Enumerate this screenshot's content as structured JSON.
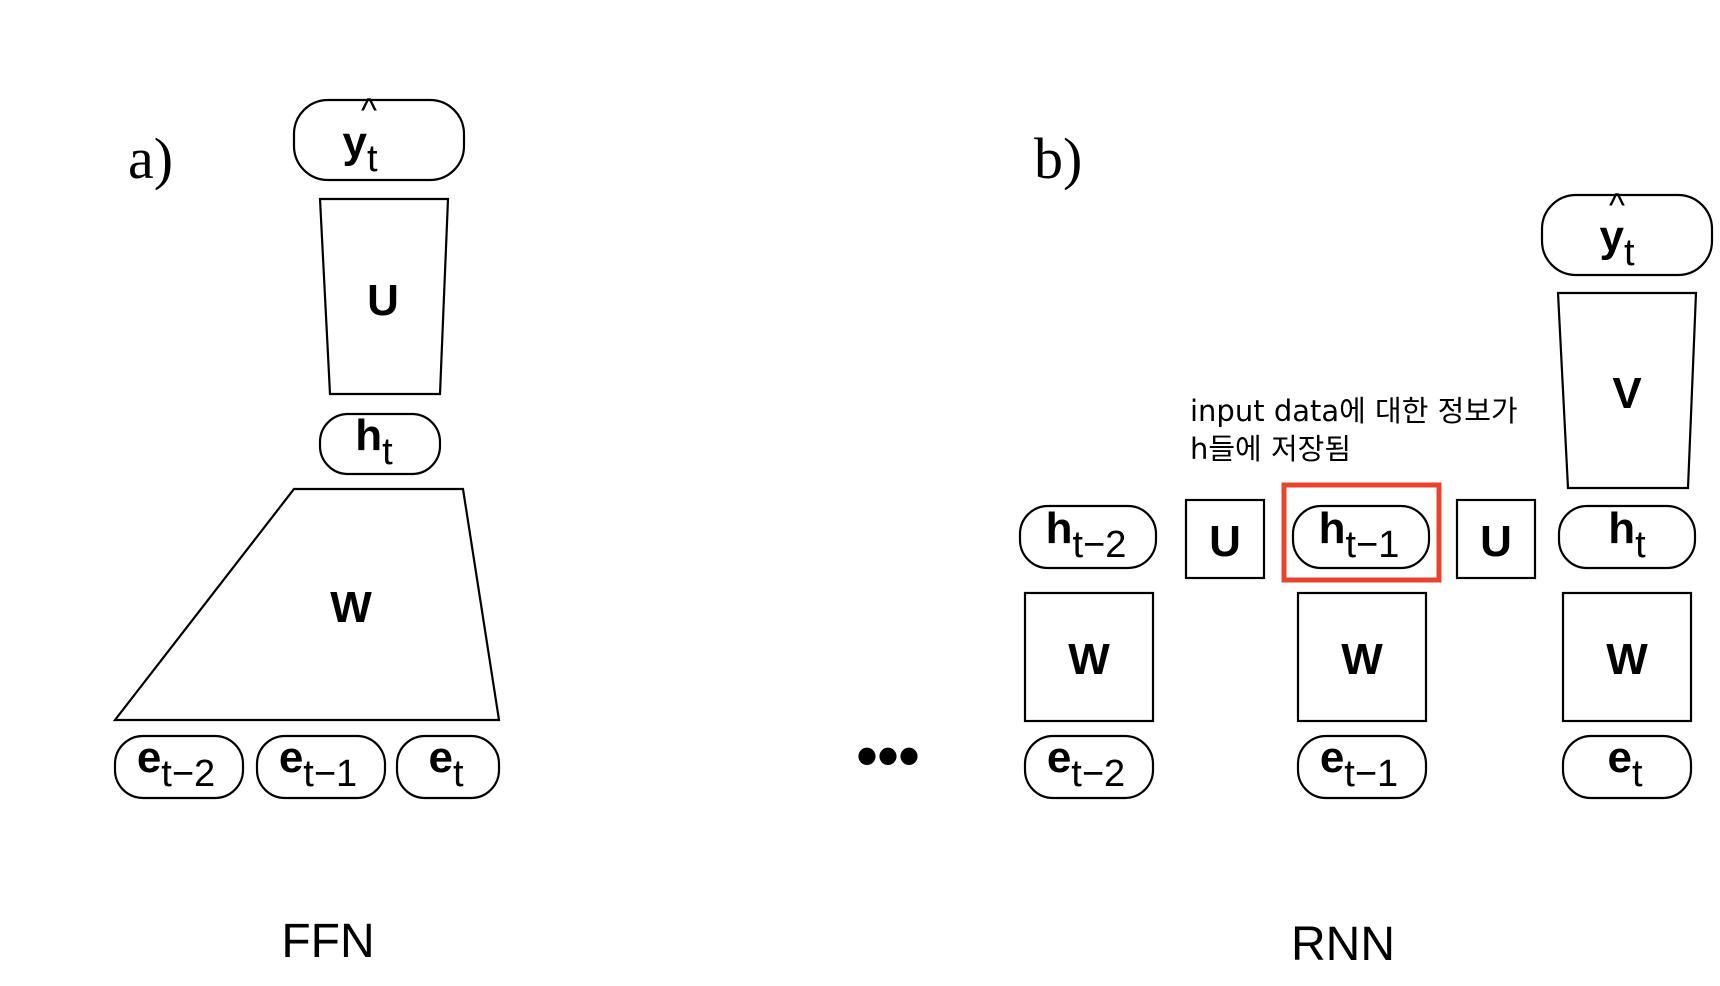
{
  "panel_a": {
    "letter": "a)",
    "caption": "FFN",
    "output": {
      "base": "y",
      "hat": "^",
      "sub": "t"
    },
    "matrix_u": "U",
    "hidden": {
      "base": "h",
      "sub": "t"
    },
    "matrix_w": "W",
    "inputs": [
      {
        "base": "e",
        "sub": "t−2"
      },
      {
        "base": "e",
        "sub": "t−1"
      },
      {
        "base": "e",
        "sub": "t"
      }
    ]
  },
  "panel_b": {
    "letter": "b)",
    "caption": "RNN",
    "ellipsis": "•••",
    "note_line1": "input data에 대한 정보가",
    "note_line2": "h들에 저장됨",
    "output": {
      "base": "y",
      "hat": "^",
      "sub": "t"
    },
    "matrix_v": "V",
    "hidden": [
      {
        "base": "h",
        "sub": "t−2"
      },
      {
        "base": "h",
        "sub": "t−1"
      },
      {
        "base": "h",
        "sub": "t"
      }
    ],
    "recurrent": [
      "U",
      "U"
    ],
    "matrix_w": [
      "W",
      "W",
      "W"
    ],
    "inputs": [
      {
        "base": "e",
        "sub": "t−2"
      },
      {
        "base": "e",
        "sub": "t−1"
      },
      {
        "base": "e",
        "sub": "t"
      }
    ],
    "highlight_color": "#e8432e"
  }
}
